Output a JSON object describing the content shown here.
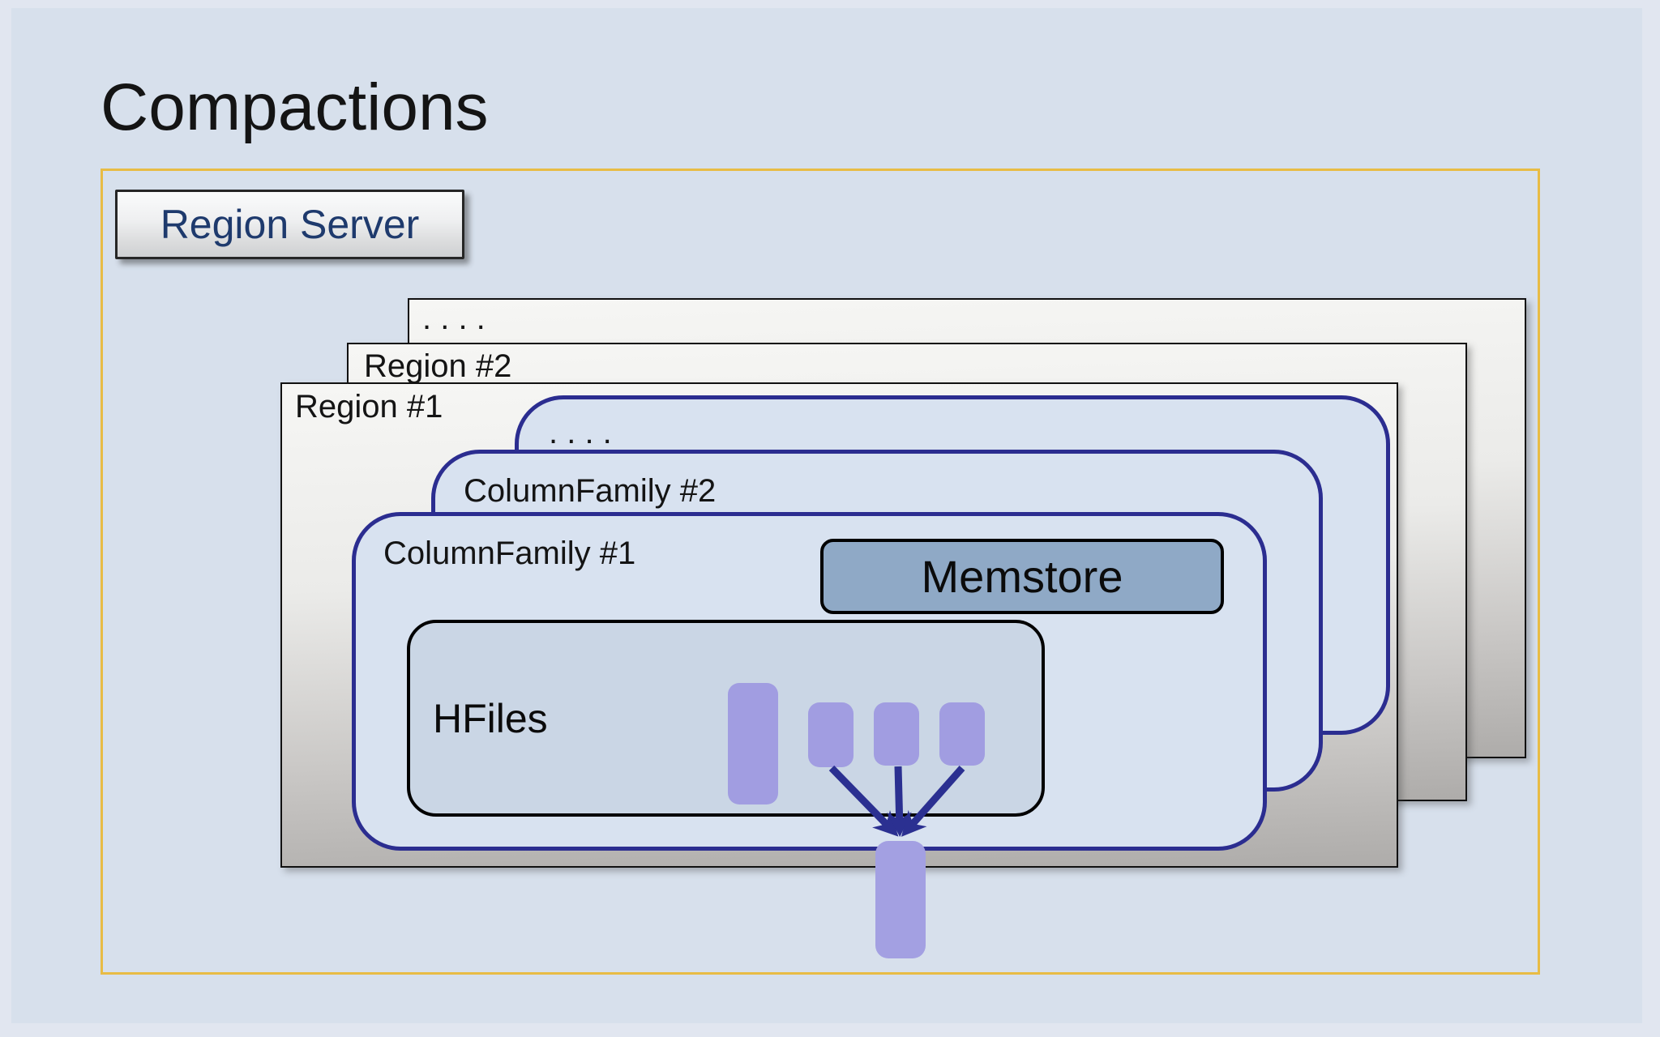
{
  "slide": {
    "title": "Compactions"
  },
  "diagram": {
    "region_server": {
      "label": "Region Server",
      "frame_border_color": "#e8bc45",
      "text_color": "#1e3a6d"
    },
    "regions": [
      {
        "label": ". . . ."
      },
      {
        "label": "Region #2"
      },
      {
        "label": "Region #1"
      }
    ],
    "column_families": [
      {
        "label": ". . . ."
      },
      {
        "label": "ColumnFamily #2"
      },
      {
        "label": "ColumnFamily #1"
      }
    ],
    "memstore": {
      "label": "Memstore",
      "fill": "#8fa9c6"
    },
    "hfiles": {
      "label": "HFiles",
      "fill": "#cad6e5",
      "small_block_count": 3,
      "tall_block_count": 1,
      "block_color": "#a19de1"
    },
    "compaction": {
      "arrow_count": 3,
      "arrow_color": "#2b3091",
      "merged_block_count": 1,
      "merged_block_color": "#a3a0e2"
    }
  },
  "colors": {
    "page_background": "#e1e6f0",
    "slide_panel": "#d7e0ec",
    "region_gradient_top": "#f6f6f4",
    "region_gradient_bottom": "#aeacaa",
    "column_family_fill": "#d8e2f0",
    "column_family_border": "#2b2d90",
    "title_text": "#141414",
    "box_border_black": "#111111"
  }
}
